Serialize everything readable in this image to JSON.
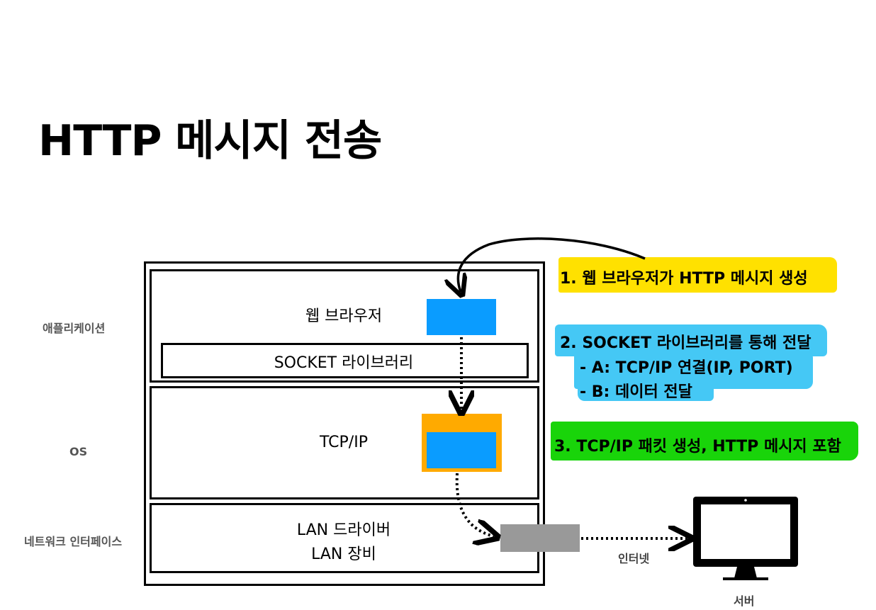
{
  "title": "HTTP 메시지 전송",
  "side_labels": {
    "application": "애플리케이션",
    "os": "OS",
    "network_interface": "네트워크 인터페이스"
  },
  "layers": {
    "web_browser": "웹 브라우저",
    "socket_library": "SOCKET 라이브러리",
    "tcp_ip": "TCP/IP",
    "lan_driver": "LAN 드라이버",
    "lan_device": "LAN 장비"
  },
  "notes": {
    "step1": "1. 웹 브라우저가 HTTP 메시지 생성",
    "step2": "2. SOCKET 라이브러리를 통해 전달",
    "step2a": "- A: TCP/IP 연결(IP, PORT)",
    "step2b": "- B: 데이터 전달",
    "step3": "3. TCP/IP 패킷 생성, HTTP 메시지 포함"
  },
  "internet_label": "인터넷",
  "server_label": "서버",
  "colors": {
    "message_blue": "#0a9cff",
    "packet_orange": "#ffaa00",
    "highlight_yellow": "#ffe100",
    "highlight_cyan": "#45c8f5",
    "highlight_green": "#19d40a",
    "device_gray": "#999999"
  }
}
